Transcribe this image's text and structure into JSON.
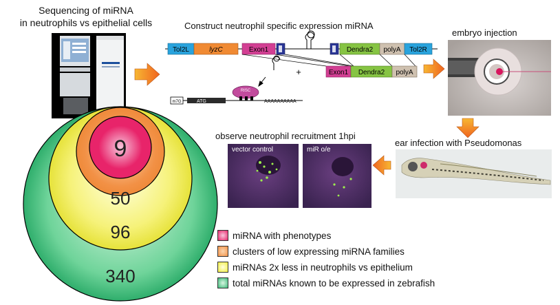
{
  "titles": {
    "sequencing": "Sequencing of miRNA",
    "sequencing_line2": "in neutrophils vs epithelial cells",
    "construct": "Construct neutrophil specific expression miRNA",
    "embryo": "embryo injection",
    "ear_infection": "ear infection with Pseudomonas",
    "observe": "observe neutrophil recruitment 1hpi"
  },
  "construct": {
    "tol2l": "Tol2L",
    "lyzc": "lyzC",
    "exon1": "Exon1",
    "dendra2": "Dendra2",
    "polya": "polyA",
    "tol2r": "Tol2R",
    "plus": "+",
    "exon1_b": "Exon1",
    "dendra2_b": "Dendra2",
    "polya_b": "polyA",
    "cap": "m7G",
    "atg": "ATG",
    "polyA_tail": "AAAAAAAAAA",
    "risc": "RISC"
  },
  "micrographs": {
    "left_label": "vector control",
    "right_label": "miR o/e"
  },
  "nested_circles": [
    {
      "value": "9",
      "color": "#e8246a"
    },
    {
      "value": "50",
      "color": "#f29146"
    },
    {
      "value": "96",
      "color": "#f2ee3e"
    },
    {
      "value": "340",
      "color": "#3dba7a"
    }
  ],
  "legend": [
    {
      "label": "miRNA with phenotypes",
      "color": "#e8246a"
    },
    {
      "label": "clusters of low expressing miRNA families",
      "color": "#f29146"
    },
    {
      "label": "miRNAs 2x less in neutrophils vs epithelium",
      "color": "#f2ee3e"
    },
    {
      "label": "total miRNAs known to be expressed in zebrafish",
      "color": "#3dba7a"
    }
  ]
}
